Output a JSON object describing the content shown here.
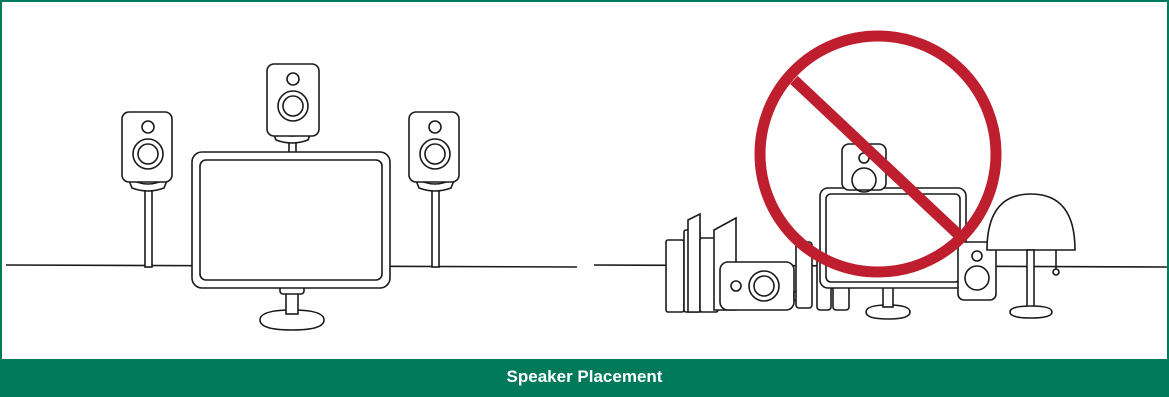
{
  "caption": "Speaker Placement",
  "colors": {
    "frame": "#007a5a",
    "caption_bar": "#007a5a",
    "caption_text": "#ffffff",
    "prohibition": "#be1e2d",
    "line_art": "#1a1a1a"
  },
  "illustrations": {
    "left": "correct-speaker-placement",
    "right": "incorrect-speaker-placement"
  },
  "icons": [
    "speaker-icon",
    "monitor-icon",
    "book-icon",
    "lamp-icon",
    "prohibition-icon"
  ]
}
